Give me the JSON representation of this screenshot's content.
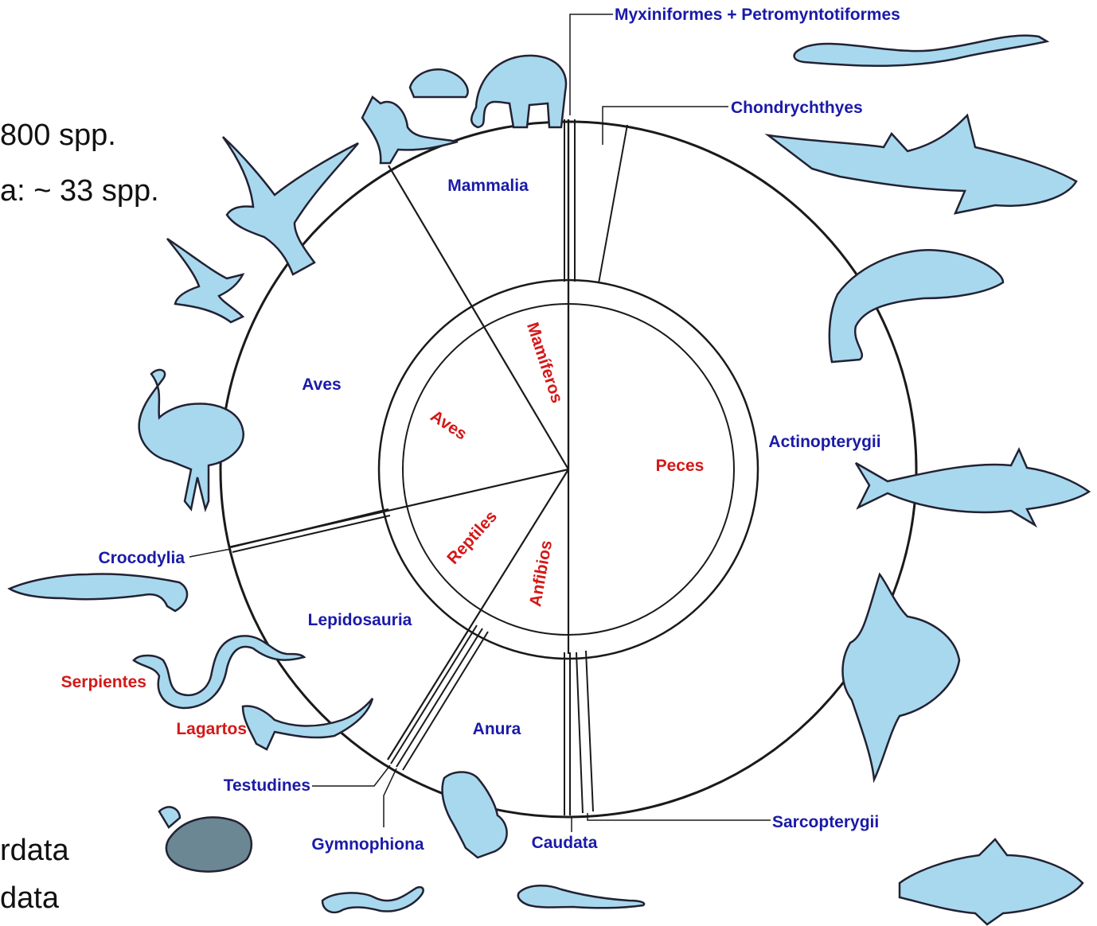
{
  "side_notes": {
    "line1": "800 spp.",
    "line2": "a: ~ 33 spp.",
    "line3": "rdata",
    "line4": "data"
  },
  "inner_groups": {
    "mamiferos": "Mamíferos",
    "aves": "Aves",
    "peces": "Peces",
    "reptiles": "Reptiles",
    "anfibios": "Anfibios"
  },
  "outer_groups": {
    "myxiniformes": "Myxiniformes + Petromyntotiformes",
    "chondrychthyes": "Chondrychthyes",
    "mammalia": "Mammalia",
    "aves": "Aves",
    "actinopterygii": "Actinopterygii",
    "crocodylia": "Crocodylia",
    "lepidosauria": "Lepidosauria",
    "serpientes": "Serpientes",
    "lagartos": "Lagartos",
    "anura": "Anura",
    "testudines": "Testudines",
    "gymnophiona": "Gymnophiona",
    "caudata": "Caudata",
    "sarcopterygii": "Sarcopterygii"
  },
  "colors": {
    "clade_label": "#1a1aa8",
    "group_label": "#d41818",
    "animal_fill": "#a8d8ee",
    "line": "#1a1a1a"
  },
  "icons": [
    "hagfish-icon",
    "shark-icon",
    "salmon-icon",
    "tuna-icon",
    "sunfish-icon",
    "coelacanth-icon",
    "elephant-icon",
    "echidna-icon",
    "kangaroo-icon",
    "eagle-icon",
    "swallow-icon",
    "ostrich-icon",
    "crocodile-icon",
    "snake-icon",
    "lizard-icon",
    "turtle-icon",
    "caecilian-icon",
    "frog-icon",
    "salamander-icon"
  ]
}
